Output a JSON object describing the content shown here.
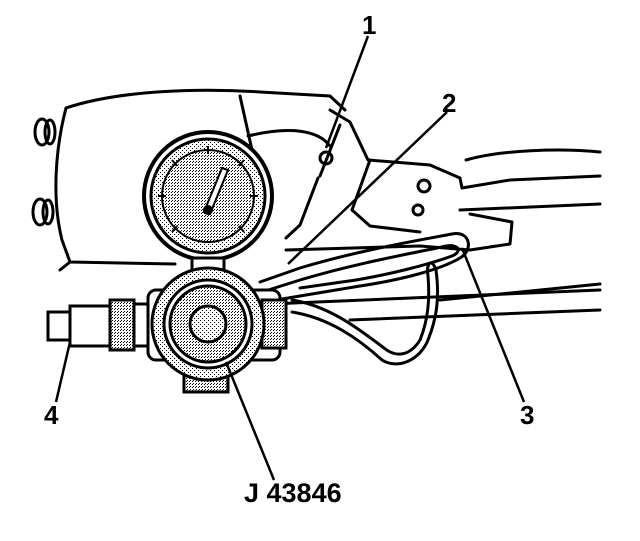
{
  "callouts": {
    "c1": "1",
    "c2": "2",
    "c3": "3",
    "c4": "4"
  },
  "tool_number": "J 43846"
}
